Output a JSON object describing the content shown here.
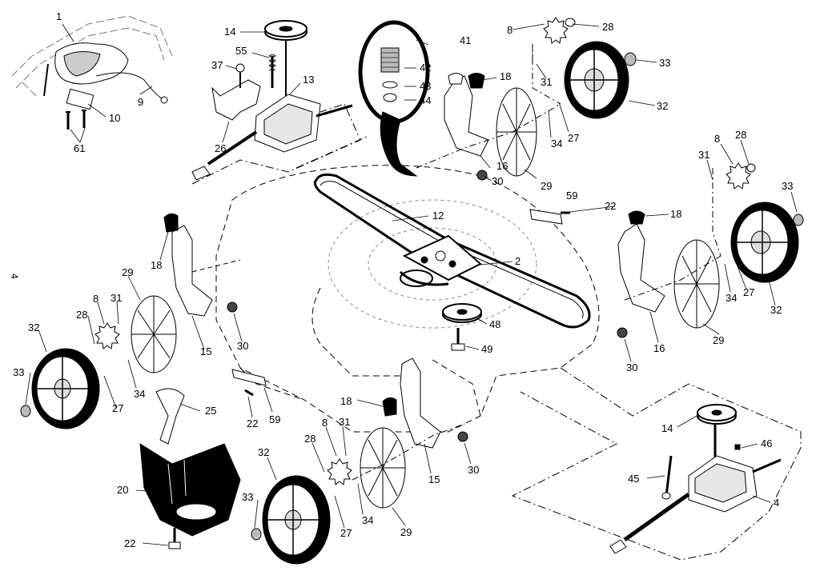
{
  "page_marker": "4",
  "callouts": {
    "c_1": "1",
    "c_9": "9",
    "c_10": "10",
    "c_61": "61",
    "c_14a": "14",
    "c_55": "55",
    "c_37": "37",
    "c_13": "13",
    "c_26": "26",
    "c_41": "41",
    "c_42": "42",
    "c_43": "43",
    "c_44": "44",
    "c_18a": "18",
    "c_16a": "16",
    "c_29a": "29",
    "c_30a": "30",
    "c_8a": "8",
    "c_28a": "28",
    "c_31a": "31",
    "c_33a": "33",
    "c_32a": "32",
    "c_34a": "34",
    "c_27a": "27",
    "c_12": "12",
    "c_2": "2",
    "c_48": "48",
    "c_49": "49",
    "c_59a": "59",
    "c_22a": "22",
    "c_8b": "8",
    "c_28b": "28",
    "c_31b": "31",
    "c_33b": "33",
    "c_18b": "18",
    "c_34b": "34",
    "c_27b": "27",
    "c_32b": "32",
    "c_16b": "16",
    "c_29b": "29",
    "c_30b": "30",
    "c_18c": "18",
    "c_29c": "29",
    "c_15a": "15",
    "c_30c": "30",
    "c_32c": "32",
    "c_28c": "28",
    "c_8c": "8",
    "c_31c": "31",
    "c_33c": "33",
    "c_27c": "27",
    "c_34c": "34",
    "c_25": "25",
    "c_22b": "22",
    "c_59b": "59",
    "c_20": "20",
    "c_22c": "22",
    "c_18d": "18",
    "c_15b": "15",
    "c_30d": "30",
    "c_32d": "32",
    "c_28d": "28",
    "c_8d": "8",
    "c_31d": "31",
    "c_33d": "33",
    "c_27d": "27",
    "c_34d": "34",
    "c_29d": "29",
    "c_14b": "14",
    "c_46": "46",
    "c_45": "45",
    "c_4": "4"
  },
  "colors": {
    "line": "#000000",
    "fill": "#ffffff",
    "dark": "#111111",
    "grey": "#888888"
  }
}
